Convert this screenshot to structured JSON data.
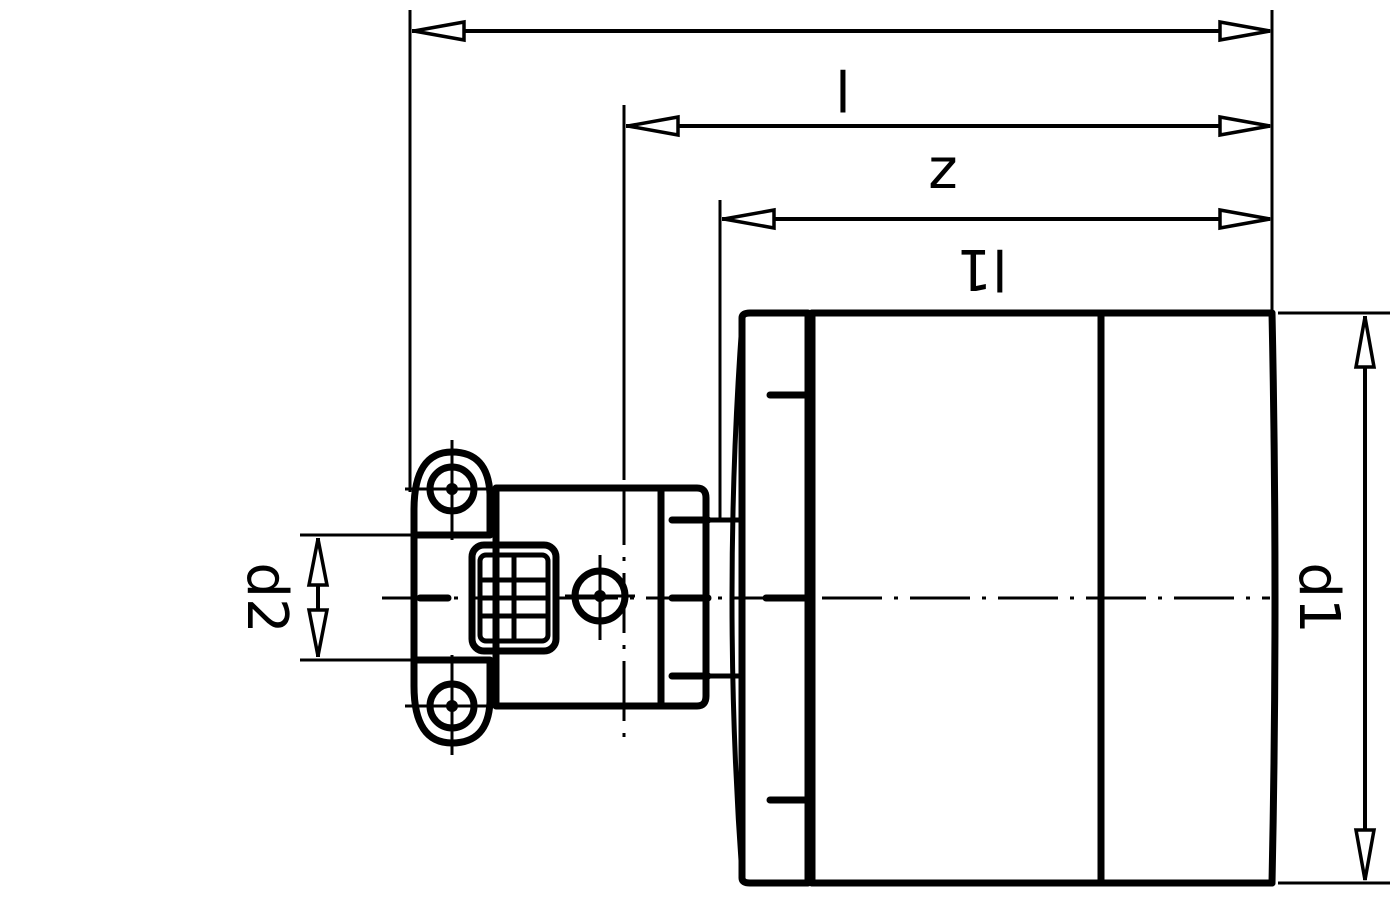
{
  "dimensions": {
    "overall_length_label": "l",
    "z_length_label": "z",
    "insertion_depth_label": "l1",
    "outer_diameter_label": "d1",
    "branch_diameter_label": "d2"
  },
  "colors": {
    "line": "#000000",
    "background": "#ffffff"
  }
}
